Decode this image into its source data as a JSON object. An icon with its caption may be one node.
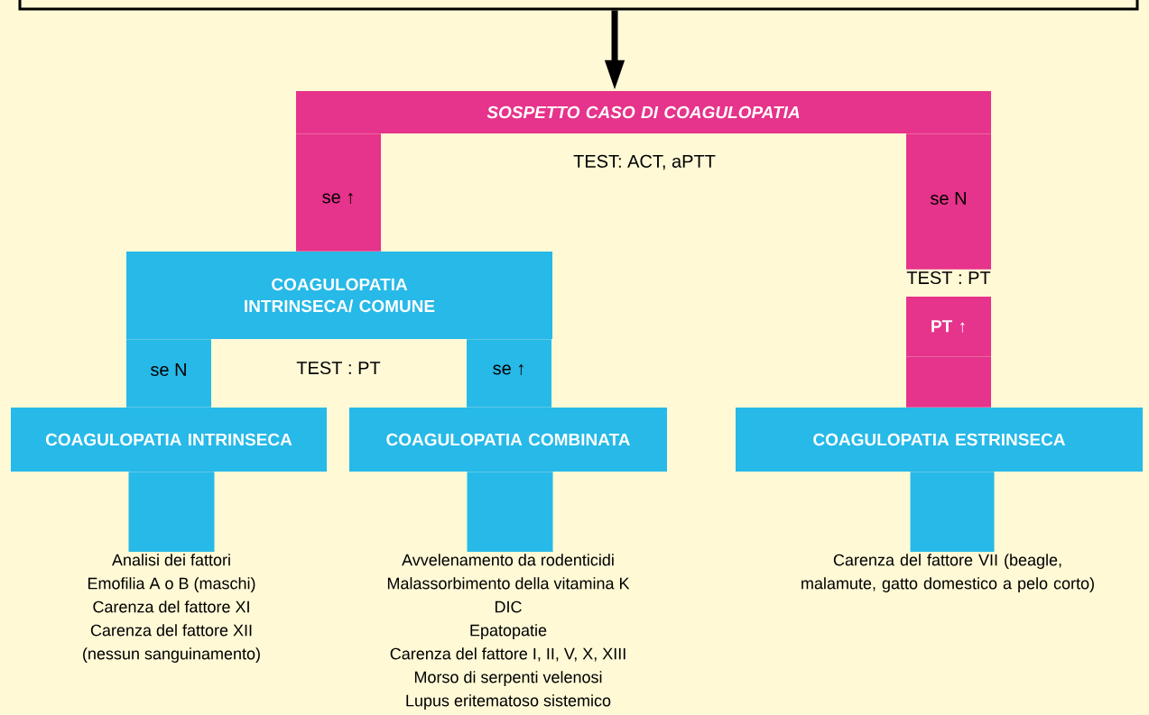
{
  "diagram": {
    "nodes": [
      {
        "text": [],
        "shape": "box"
      },
      {
        "text": [
          "SOSPETTO CASO DI COAGULOPATIA"
        ],
        "beside": [
          "TEST: ACT, aPTT"
        ]
      },
      {
        "text": [
          "COAGULOPATIA INTRINSECA/ COMUNE"
        ],
        "beside": [
          "TEST : PT"
        ]
      },
      {
        "text": [
          "TEST : PT"
        ]
      },
      {
        "text": [
          "PT ↑"
        ]
      },
      {
        "text": [
          "COAGULOPATIA INTRINSECA"
        ]
      },
      {
        "text": [
          "COAGULOPATIA COMBINATA"
        ]
      },
      {
        "text": [
          "COAGULOPATIA ESTRINSECA"
        ]
      },
      {
        "text": [
          "Analisi dei fattori",
          "Emofilia A o B (maschi)",
          "Carenza del fattore XI",
          "Carenza del fattore XII",
          "(nessun sanguinamento)"
        ]
      },
      {
        "text": [
          "Avvelenamento da rodenticidi",
          "Malassorbimento della vitamina K",
          "DIC",
          "Epatopatie",
          "Carenza del fattore I, II, V, X, XIII",
          "Morso di serpenti velenosi",
          "Lupus eritematoso sistemico"
        ]
      },
      {
        "text": [
          "Carenza del fattore VII (beagle, malamute, gatto domestico a pelo corto)"
        ]
      }
    ],
    "edges": [
      {
        "from": 0,
        "to": 1,
        "arrow": "to",
        "color": "#000000"
      },
      {
        "from": 1,
        "to": 2,
        "arrow": "none",
        "label": "se ↑",
        "color": "#e6338b"
      },
      {
        "from": 1,
        "to": 3,
        "arrow": "none",
        "label": "se N",
        "color": "#e6338b"
      },
      {
        "from": 2,
        "to": 5,
        "arrow": "none",
        "label": "se N"
      },
      {
        "from": 2,
        "to": 6,
        "arrow": "none",
        "label": "se ↑"
      },
      {
        "from": 4,
        "to": 7,
        "arrow": "none",
        "color": "#e6338b"
      },
      {
        "from": 5,
        "to": 8,
        "arrow": "none"
      },
      {
        "from": 6,
        "to": 9,
        "arrow": "none"
      },
      {
        "from": 7,
        "to": 10,
        "arrow": "none"
      }
    ]
  }
}
